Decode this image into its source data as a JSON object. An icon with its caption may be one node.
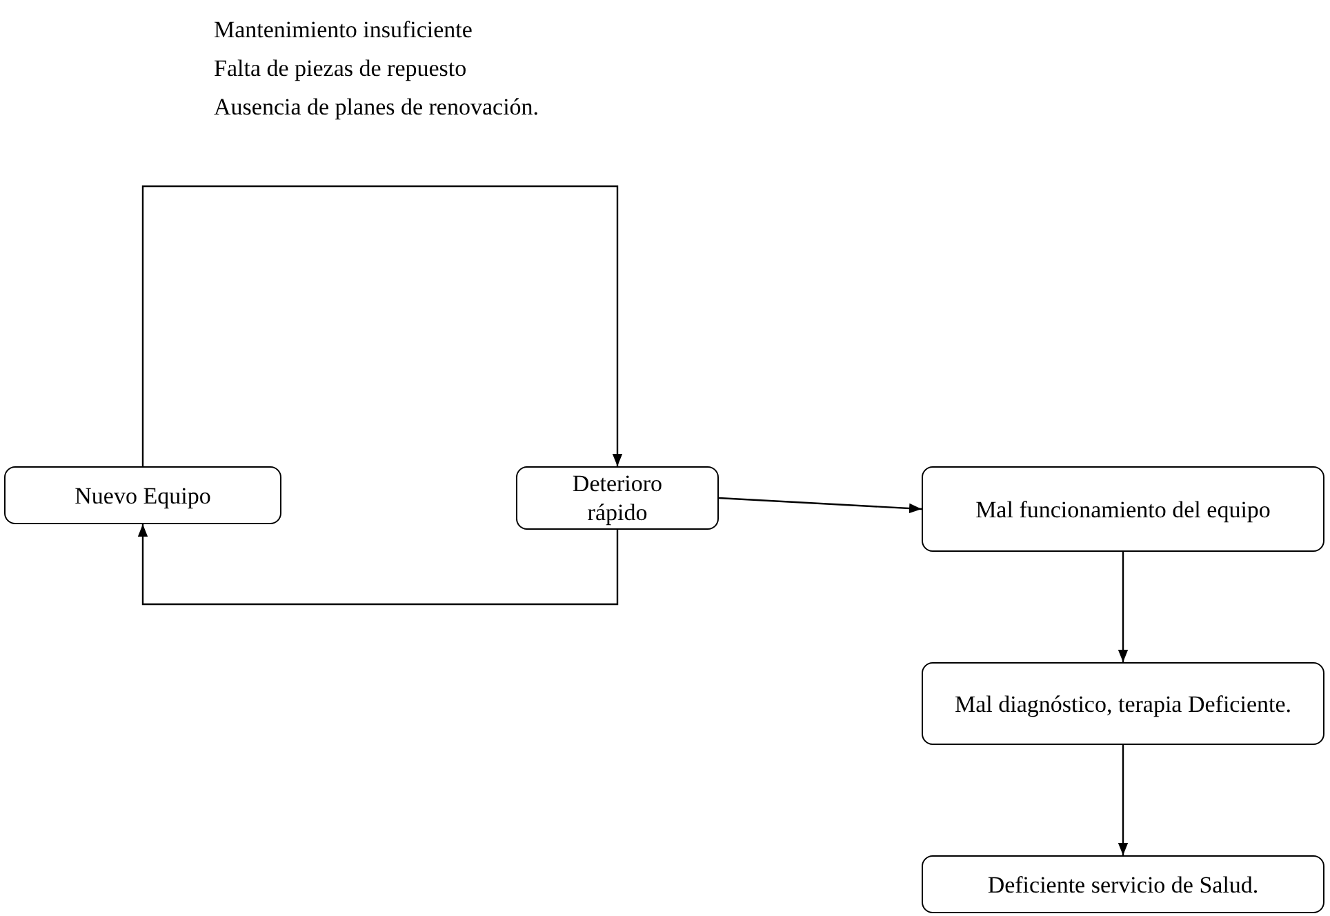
{
  "diagram": {
    "nodes": [
      {
        "text": [
          "Nuevo Equipo"
        ]
      },
      {
        "text": [
          "Deterioro rápido"
        ]
      },
      {
        "text": [
          "Mal funcionamiento del equipo"
        ]
      },
      {
        "text": [
          "Mal diagnóstico, terapia Deficiente."
        ]
      },
      {
        "text": [
          "Deficiente servicio de Salud."
        ]
      }
    ],
    "edges": [
      {
        "from": 0,
        "to": 1,
        "arrow": "to"
      },
      {
        "from": 1,
        "to": 0,
        "arrow": "to"
      },
      {
        "from": 1,
        "to": 2,
        "arrow": "to"
      },
      {
        "from": 2,
        "to": 3,
        "arrow": "to"
      },
      {
        "from": 3,
        "to": 4,
        "arrow": "to"
      }
    ],
    "labels": [
      "Mantenimiento insuficiente",
      "Falta de piezas de repuesto",
      "Ausencia de planes de renovación."
    ]
  }
}
